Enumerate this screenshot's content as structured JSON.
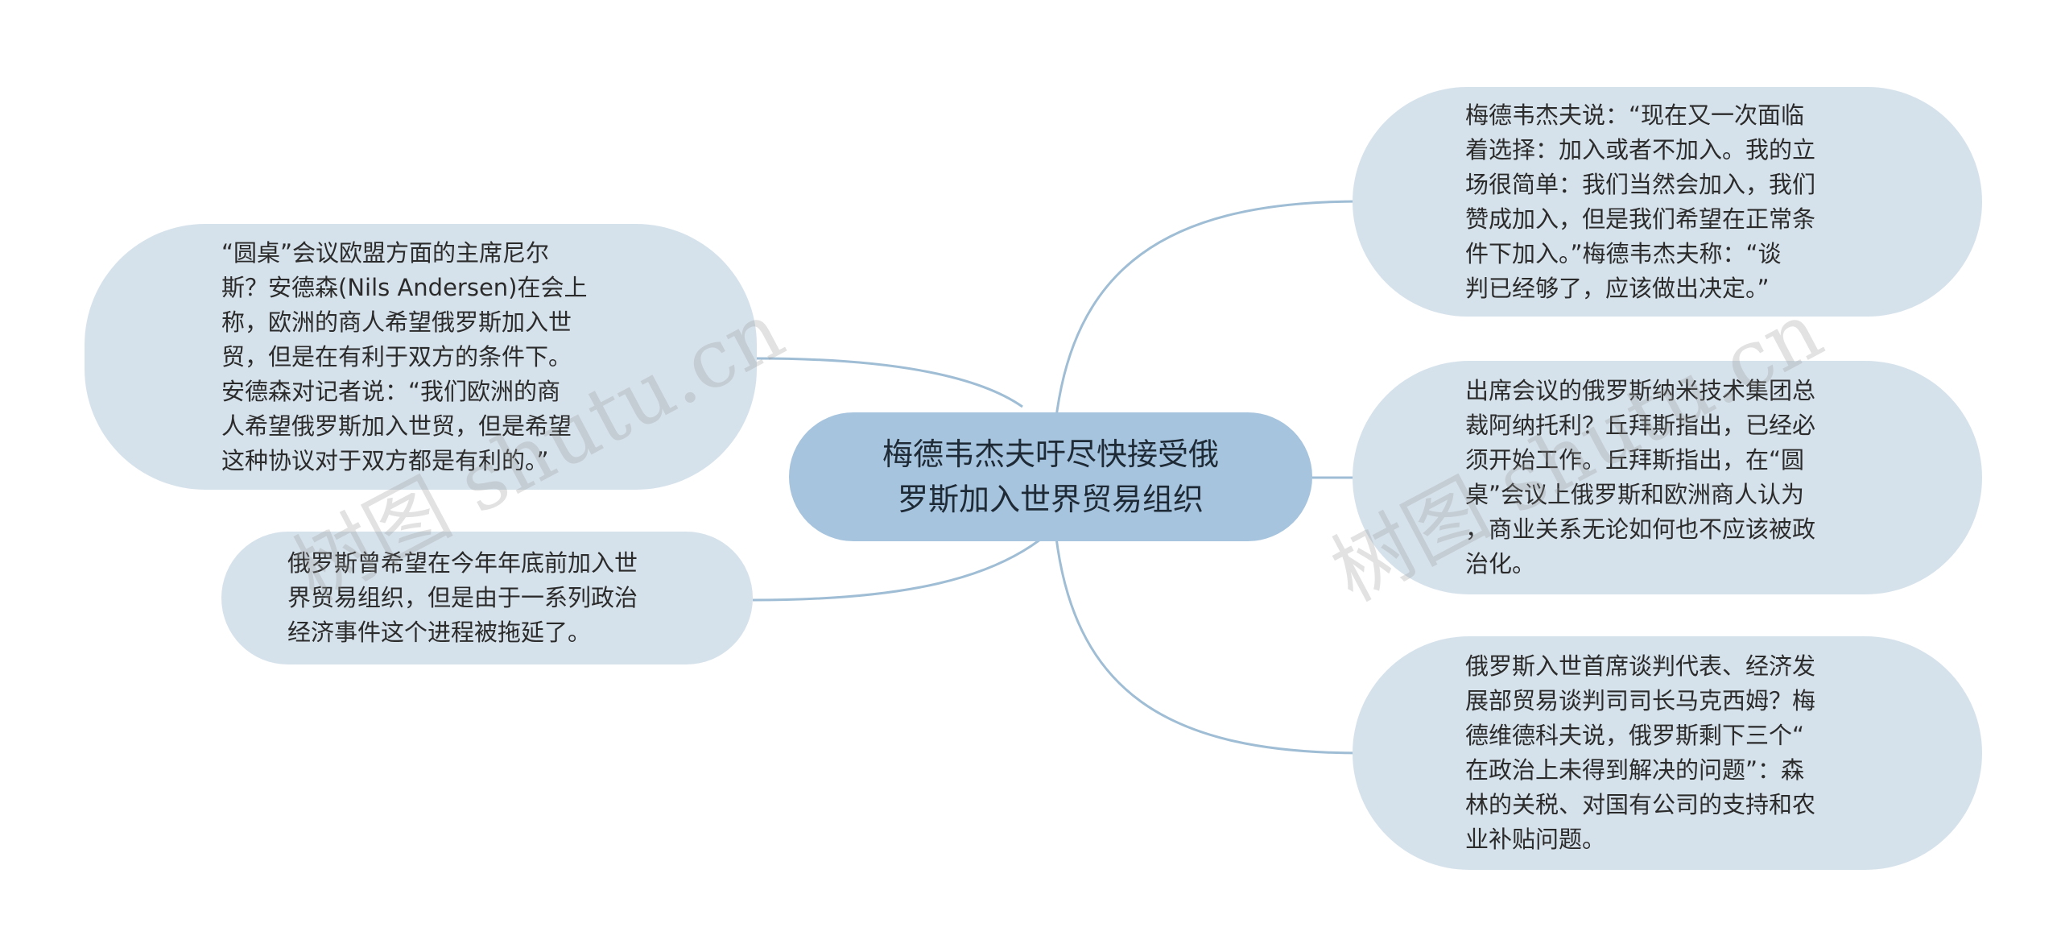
{
  "central_topic": "梅德韦杰夫吁尽快接受俄\n罗斯加入世界贸易组织",
  "branches": {
    "left_top": "“圆桌”会议欧盟方面的主席尼尔\n斯？安德森(Nils Andersen)在会上\n称，欧洲的商人希望俄罗斯加入世\n贸，但是在有利于双方的条件下。\n安德森对记者说：“我们欧洲的商\n人希望俄罗斯加入世贸，但是希望\n这种协议对于双方都是有利的。”",
    "left_bottom": "俄罗斯曾希望在今年年底前加入世\n界贸易组织，但是由于一系列政治\n经济事件这个进程被拖延了。",
    "right_top": "梅德韦杰夫说：“现在又一次面临\n着选择：加入或者不加入。我的立\n场很简单：我们当然会加入，我们\n赞成加入，但是我们希望在正常条\n件下加入。”梅德韦杰夫称：“谈\n判已经够了，应该做出决定。”",
    "right_middle": "出席会议的俄罗斯纳米技术集团总\n裁阿纳托利？丘拜斯指出，已经必\n须开始工作。丘拜斯指出，在“圆\n桌”会议上俄罗斯和欧洲商人认为\n，商业关系无论如何也不应该被政\n治化。",
    "right_bottom": "俄罗斯入世首席谈判代表、经济发\n展部贸易谈判司司长马克西姆？梅\n德维德科夫说，俄罗斯剩下三个“\n在政治上未得到解决的问题”：森\n林的关税、对国有公司的支持和农\n业补贴问题。"
  },
  "watermark": [
    "树图 shutu.cn",
    "树图 shutu.cn"
  ],
  "colors": {
    "node_fill": "#d6e2eb",
    "center_fill": "#a7c4de",
    "connector": "#9fbdd4"
  }
}
